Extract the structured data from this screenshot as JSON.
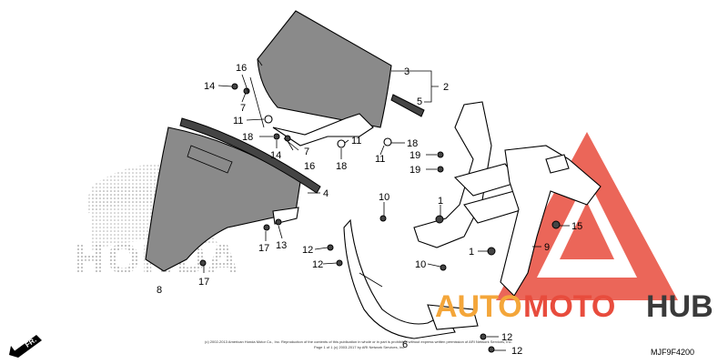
{
  "callouts": {
    "n1a": "1",
    "n1b": "1",
    "n2": "2",
    "n3": "3",
    "n4": "4",
    "n5": "5",
    "n6": "6",
    "n7a": "7",
    "n7b": "7",
    "n8": "8",
    "n9": "9",
    "n10a": "10",
    "n10b": "10",
    "n11a": "11",
    "n11b": "11",
    "n11c": "11",
    "n12a": "12",
    "n12b": "12",
    "n12c": "12",
    "n12d": "12",
    "n13": "13",
    "n14a": "14",
    "n14b": "14",
    "n15": "15",
    "n16a": "16",
    "n16b": "16",
    "n17a": "17",
    "n17b": "17",
    "n18a": "18",
    "n18b": "18",
    "n18c": "18",
    "n19a": "19",
    "n19b": "19"
  },
  "part_code": "MJF9F4200",
  "direction_label": "FR.",
  "brand_bg": "HONDA",
  "watermark": {
    "auto": "AUTO",
    "moto": "MOTO",
    "hub": "HUB"
  },
  "copyright": [
    "(c) 2002-2013 American Honda Motor Co., Inc. Reproduction of the contents of this publication in whole or in part is prohibited without express written permission of ARI Network Services, Inc.",
    "Page 1 of 1 (c) 2003-2017 by ARI Network Services, Inc."
  ],
  "colors": {
    "watermark_red": "#e84c3d",
    "watermark_orange": "#f4a63a",
    "watermark_dark": "#3a3a3a"
  }
}
